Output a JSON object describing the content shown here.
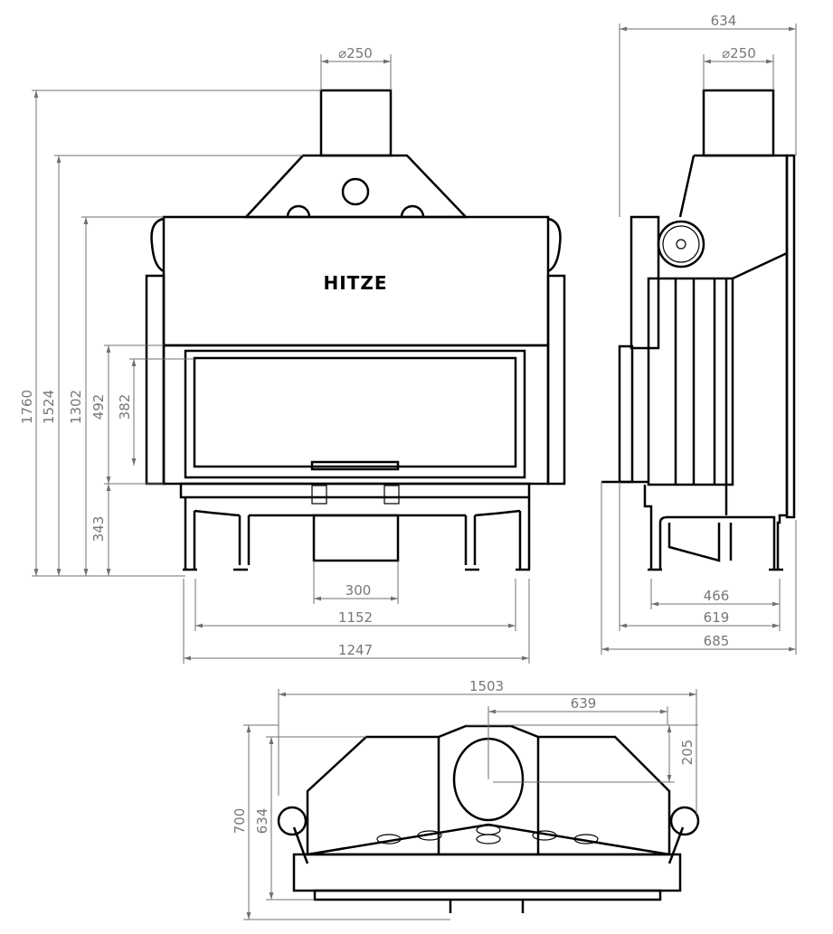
{
  "brand_logo": "HITZE",
  "front_view": {
    "flue_diameter": "⌀250",
    "heights": {
      "total": "1760",
      "hood": "1524",
      "body": "1302",
      "door_opening": "492",
      "glass": "382",
      "base": "343"
    },
    "widths": {
      "ash_box": "300",
      "body": "1152",
      "overall": "1247"
    }
  },
  "side_view": {
    "overall_depth_top": "634",
    "flue_diameter": "⌀250",
    "depths": {
      "legs": "466",
      "body": "619",
      "overall": "685"
    }
  },
  "top_view": {
    "overall_width": "1503",
    "flue_offset_x": "639",
    "flue_offset_y": "205",
    "overall_depth": "700",
    "body_depth": "634"
  },
  "colors": {
    "dimension": "#707070",
    "outline": "#000000"
  }
}
